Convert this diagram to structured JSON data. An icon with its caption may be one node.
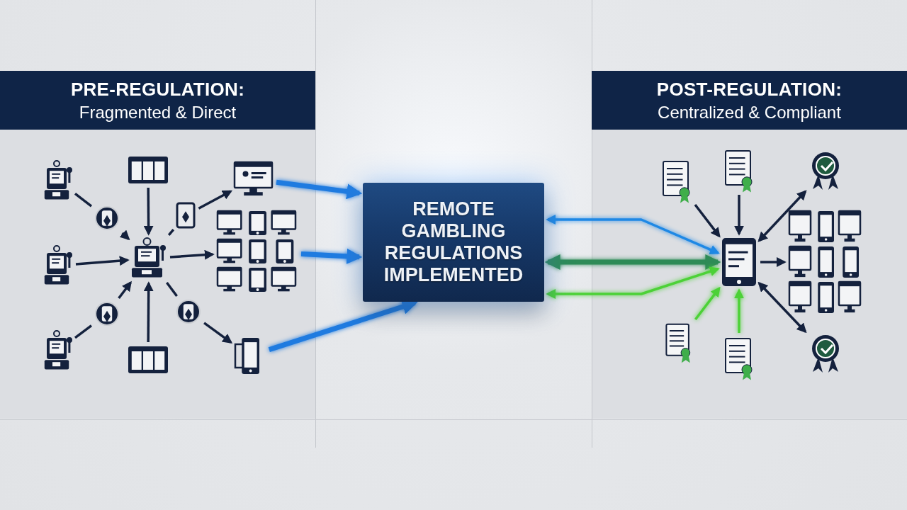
{
  "diagram": {
    "nodes": [
      {
        "text": [
          "PRE-REGULATION:",
          "Fragmented & Direct"
        ]
      },
      {
        "text": [
          "POST-REGULATION:",
          "Centralized & Compliant"
        ]
      },
      {
        "text": [
          "REMOTE GAMBLING REGULATIONS IMPLEMENTED"
        ]
      },
      {
        "text": [],
        "shape": "machine"
      },
      {
        "text": [],
        "shape": "machine"
      },
      {
        "text": [],
        "shape": "machine"
      },
      {
        "text": [],
        "shape": "reels"
      },
      {
        "text": [],
        "shape": "chip"
      },
      {
        "text": [],
        "shape": "machine"
      },
      {
        "text": [],
        "shape": "chip"
      },
      {
        "text": [],
        "shape": "reels"
      },
      {
        "text": [],
        "shape": "card"
      },
      {
        "text": [],
        "shape": "monitor"
      },
      {
        "text": [],
        "shape": "devices"
      },
      {
        "text": [],
        "shape": "chip"
      },
      {
        "text": [],
        "shape": "phone"
      },
      {
        "text": [],
        "shape": "certificate"
      },
      {
        "text": [],
        "shape": "certificate"
      },
      {
        "text": [],
        "shape": "badge"
      },
      {
        "text": [],
        "shape": "tablet"
      },
      {
        "text": [],
        "shape": "devices"
      },
      {
        "text": [],
        "shape": "document"
      },
      {
        "text": [],
        "shape": "certificate"
      },
      {
        "text": [],
        "shape": "badge"
      }
    ],
    "edges": [
      {
        "from": 3,
        "to": 7,
        "arrow": "none"
      },
      {
        "from": 7,
        "to": 8,
        "arrow": "to"
      },
      {
        "from": 6,
        "to": 8,
        "arrow": "to"
      },
      {
        "from": 4,
        "to": 8,
        "arrow": "to"
      },
      {
        "from": 5,
        "to": 9,
        "arrow": "none"
      },
      {
        "from": 9,
        "to": 8,
        "arrow": "to"
      },
      {
        "from": 10,
        "to": 8,
        "arrow": "to"
      },
      {
        "from": 8,
        "to": 11,
        "arrow": "none"
      },
      {
        "from": 11,
        "to": 12,
        "arrow": "to"
      },
      {
        "from": 8,
        "to": 13,
        "arrow": "to"
      },
      {
        "from": 8,
        "to": 14,
        "arrow": "none"
      },
      {
        "from": 14,
        "to": 15,
        "arrow": "to"
      },
      {
        "from": 12,
        "to": 2,
        "arrow": "to",
        "style": "thick",
        "color": "#1f7be0"
      },
      {
        "from": 13,
        "to": 2,
        "arrow": "to",
        "style": "thick",
        "color": "#1f7be0"
      },
      {
        "from": 15,
        "to": 2,
        "arrow": "to",
        "style": "thick",
        "color": "#1f7be0"
      },
      {
        "from": 19,
        "to": 2,
        "arrow": "both",
        "color": "#1e88e5"
      },
      {
        "from": 2,
        "to": 19,
        "arrow": "both",
        "style": "thick",
        "color": "#2e8b57"
      },
      {
        "from": 2,
        "to": 19,
        "arrow": "both",
        "color": "#4cd137"
      },
      {
        "from": 16,
        "to": 19,
        "arrow": "to"
      },
      {
        "from": 17,
        "to": 19,
        "arrow": "to"
      },
      {
        "from": 19,
        "to": 18,
        "arrow": "both"
      },
      {
        "from": 19,
        "to": 20,
        "arrow": "to"
      },
      {
        "from": 21,
        "to": 19,
        "arrow": "to",
        "color": "#4cd137"
      },
      {
        "from": 22,
        "to": 19,
        "arrow": "to",
        "color": "#4cd137"
      },
      {
        "from": 19,
        "to": 23,
        "arrow": "both"
      }
    ]
  }
}
